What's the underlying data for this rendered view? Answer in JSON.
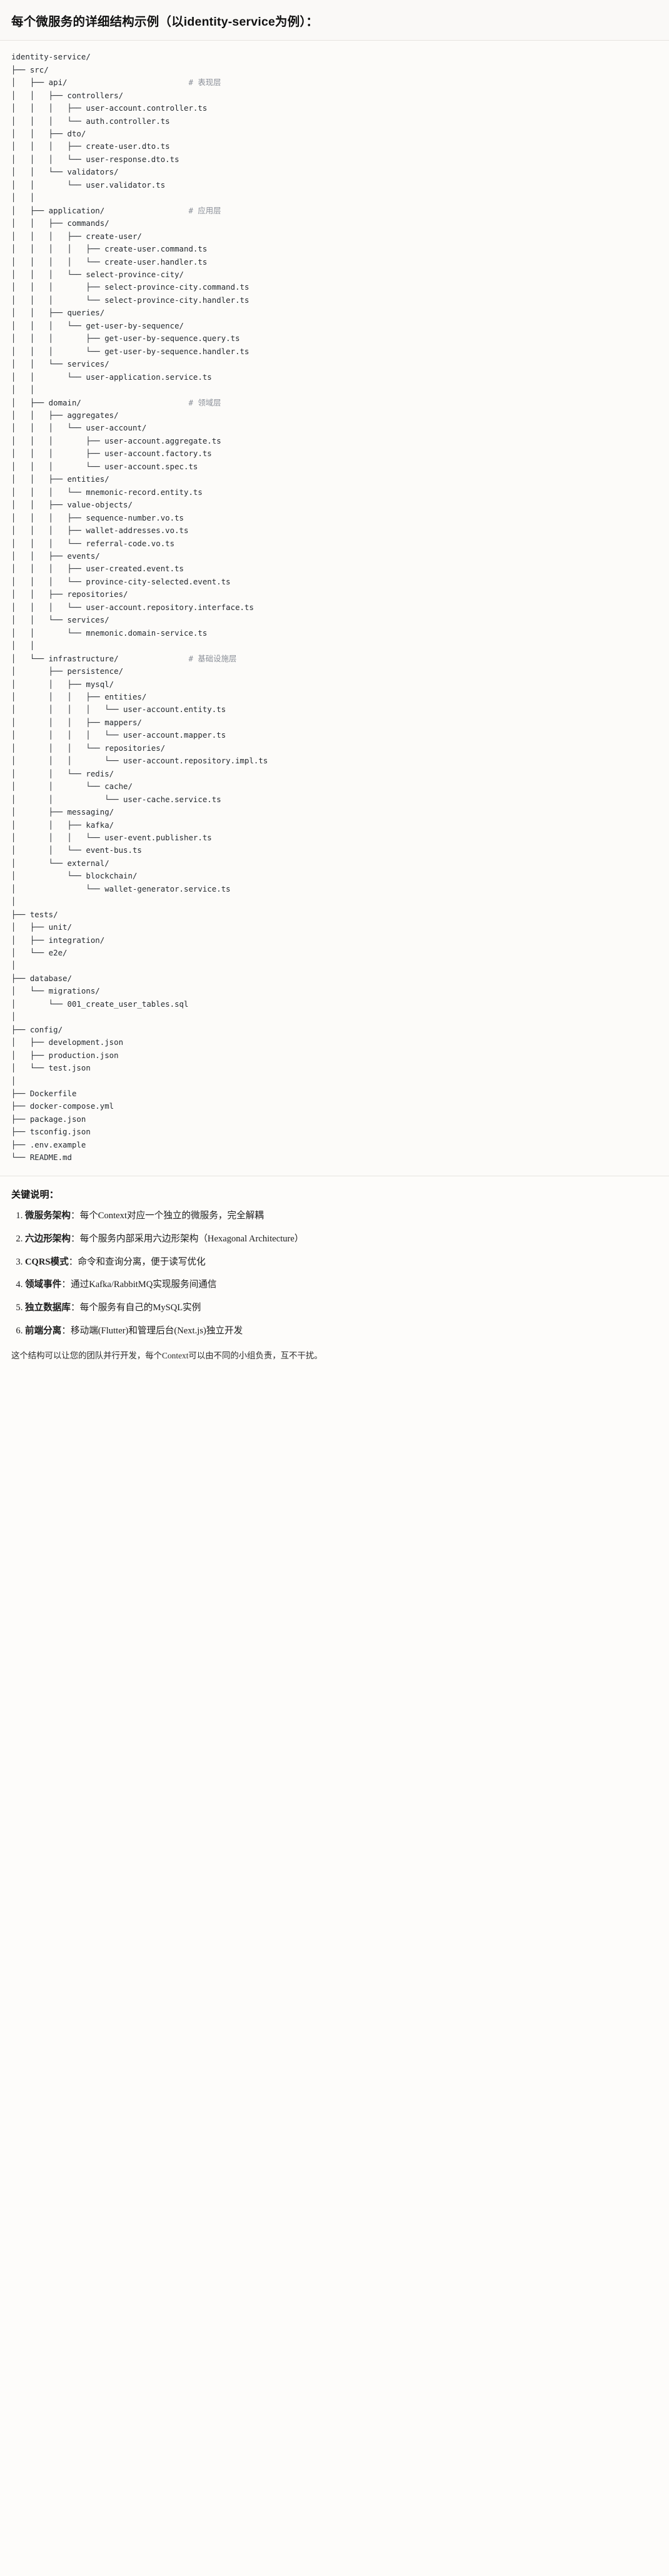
{
  "document": {
    "title": "每个微服务的详细结构示例（以identity-service为例）："
  },
  "tree": {
    "root": "identity-service/",
    "text": "identity-service/\n├── src/\n│   ├── api/                          # 表现层\n│   │   ├── controllers/\n│   │   │   ├── user-account.controller.ts\n│   │   │   └── auth.controller.ts\n│   │   ├── dto/\n│   │   │   ├── create-user.dto.ts\n│   │   │   └── user-response.dto.ts\n│   │   └── validators/\n│   │       └── user.validator.ts\n│   │\n│   ├── application/                  # 应用层\n│   │   ├── commands/\n│   │   │   ├── create-user/\n│   │   │   │   ├── create-user.command.ts\n│   │   │   │   └── create-user.handler.ts\n│   │   │   └── select-province-city/\n│   │   │       ├── select-province-city.command.ts\n│   │   │       └── select-province-city.handler.ts\n│   │   ├── queries/\n│   │   │   └── get-user-by-sequence/\n│   │   │       ├── get-user-by-sequence.query.ts\n│   │   │       └── get-user-by-sequence.handler.ts\n│   │   └── services/\n│   │       └── user-application.service.ts\n│   │\n│   ├── domain/                       # 领域层\n│   │   ├── aggregates/\n│   │   │   └── user-account/\n│   │   │       ├── user-account.aggregate.ts\n│   │   │       ├── user-account.factory.ts\n│   │   │       └── user-account.spec.ts\n│   │   ├── entities/\n│   │   │   └── mnemonic-record.entity.ts\n│   │   ├── value-objects/\n│   │   │   ├── sequence-number.vo.ts\n│   │   │   ├── wallet-addresses.vo.ts\n│   │   │   └── referral-code.vo.ts\n│   │   ├── events/\n│   │   │   ├── user-created.event.ts\n│   │   │   └── province-city-selected.event.ts\n│   │   ├── repositories/\n│   │   │   └── user-account.repository.interface.ts\n│   │   └── services/\n│   │       └── mnemonic.domain-service.ts\n│   │\n│   └── infrastructure/               # 基础设施层\n│       ├── persistence/\n│       │   ├── mysql/\n│       │   │   ├── entities/\n│       │   │   │   └── user-account.entity.ts\n│       │   │   ├── mappers/\n│       │   │   │   └── user-account.mapper.ts\n│       │   │   └── repositories/\n│       │   │       └── user-account.repository.impl.ts\n│       │   └── redis/\n│       │       └── cache/\n│       │           └── user-cache.service.ts\n│       ├── messaging/\n│       │   ├── kafka/\n│       │   │   └── user-event.publisher.ts\n│       │   └── event-bus.ts\n│       └── external/\n│           └── blockchain/\n│               └── wallet-generator.service.ts\n│\n├── tests/\n│   ├── unit/\n│   ├── integration/\n│   └── e2e/\n│\n├── database/\n│   └── migrations/\n│       └── 001_create_user_tables.sql\n│\n├── config/\n│   ├── development.json\n│   ├── production.json\n│   └── test.json\n│\n├── Dockerfile\n├── docker-compose.yml\n├── package.json\n├── tsconfig.json\n├── .env.example\n└── README.md",
    "comments": [
      {
        "label": "# 表现层",
        "for": "api/"
      },
      {
        "label": "# 应用层",
        "for": "application/"
      },
      {
        "label": "# 领域层",
        "for": "domain/"
      },
      {
        "label": "# 基础设施层",
        "for": "infrastructure/"
      }
    ],
    "comment_color": "#8a8f98"
  },
  "notes": {
    "heading": "关键说明：",
    "items": [
      {
        "term": "微服务架构",
        "separator": "：",
        "desc": "每个Context对应一个独立的微服务，完全解耦"
      },
      {
        "term": "六边形架构",
        "separator": "：",
        "desc": "每个服务内部采用六边形架构（Hexagonal Architecture）"
      },
      {
        "term": "CQRS模式",
        "separator": "：",
        "desc": "命令和查询分离，便于读写优化"
      },
      {
        "term": "领域事件",
        "separator": "：",
        "desc": "通过Kafka/RabbitMQ实现服务间通信"
      },
      {
        "term": "独立数据库",
        "separator": "：",
        "desc": "每个服务有自己的MySQL实例"
      },
      {
        "term": "前端分离",
        "separator": "：",
        "desc": "移动端(Flutter)和管理后台(Next.js)独立开发"
      }
    ],
    "closing": "这个结构可以让您的团队并行开发，每个Context可以由不同的小组负责，互不干扰。"
  }
}
